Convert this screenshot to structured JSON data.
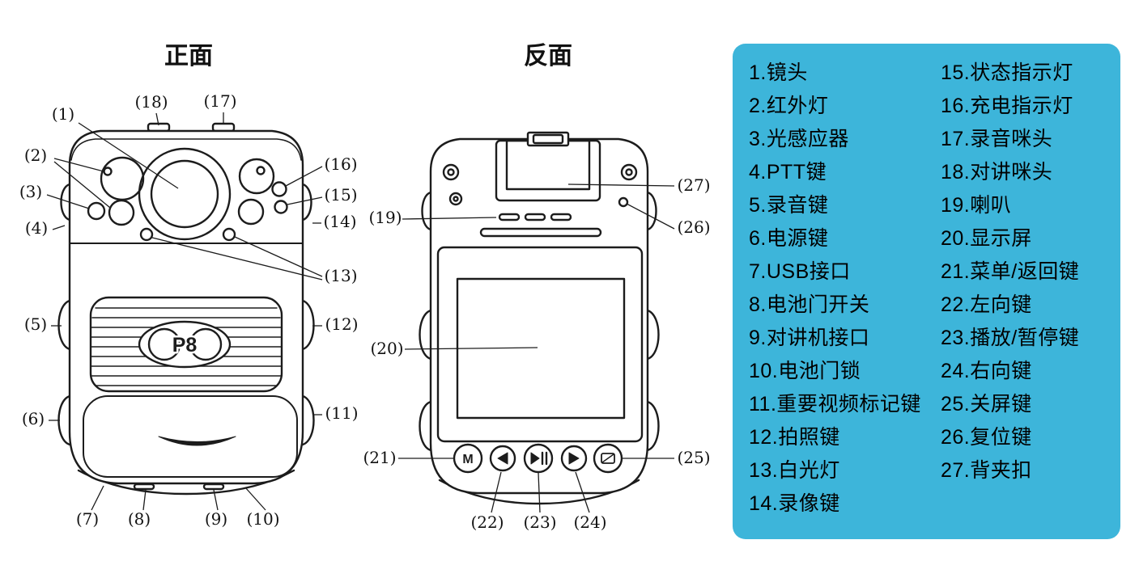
{
  "titles": {
    "front": "正面",
    "back": "反面"
  },
  "logo": "P8",
  "buttons": {
    "menu_back": "M"
  },
  "colors": {
    "legend_bg": "#3db5da",
    "line": "#1c1c1c"
  },
  "callouts": {
    "c1": "(1)",
    "c2": "(2)",
    "c3": "(3)",
    "c4": "(4)",
    "c5": "(5)",
    "c6": "(6)",
    "c7": "(7)",
    "c8": "(8)",
    "c9": "(9)",
    "c10": "(10)",
    "c11": "(11)",
    "c12": "(12)",
    "c13": "(13)",
    "c14": "(14)",
    "c15": "(15)",
    "c16": "(16)",
    "c17": "(17)",
    "c18": "(18)",
    "c19": "(19)",
    "c20": "(20)",
    "c21": "(21)",
    "c22": "(22)",
    "c23": "(23)",
    "c24": "(24)",
    "c25": "(25)",
    "c26": "(26)",
    "c27": "(27)"
  },
  "legend": {
    "col1": [
      "1.镜头",
      "2.红外灯",
      "3.光感应器",
      "4.PTT键",
      "5.录音键",
      "6.电源键",
      "7.USB接口",
      "8.电池门开关",
      "9.对讲机接口",
      "10.电池门锁",
      "11.重要视频标记键",
      "12.拍照键",
      "13.白光灯",
      "14.录像键"
    ],
    "col2": [
      "15.状态指示灯",
      "16.充电指示灯",
      "17.录音咪头",
      "18.对讲咪头",
      "19.喇叭",
      "20.显示屏",
      "21.菜单/返回键",
      "22.左向键",
      "23.播放/暂停键",
      "24.右向键",
      "25.关屏键",
      "26.复位键",
      "27.背夹扣"
    ]
  }
}
